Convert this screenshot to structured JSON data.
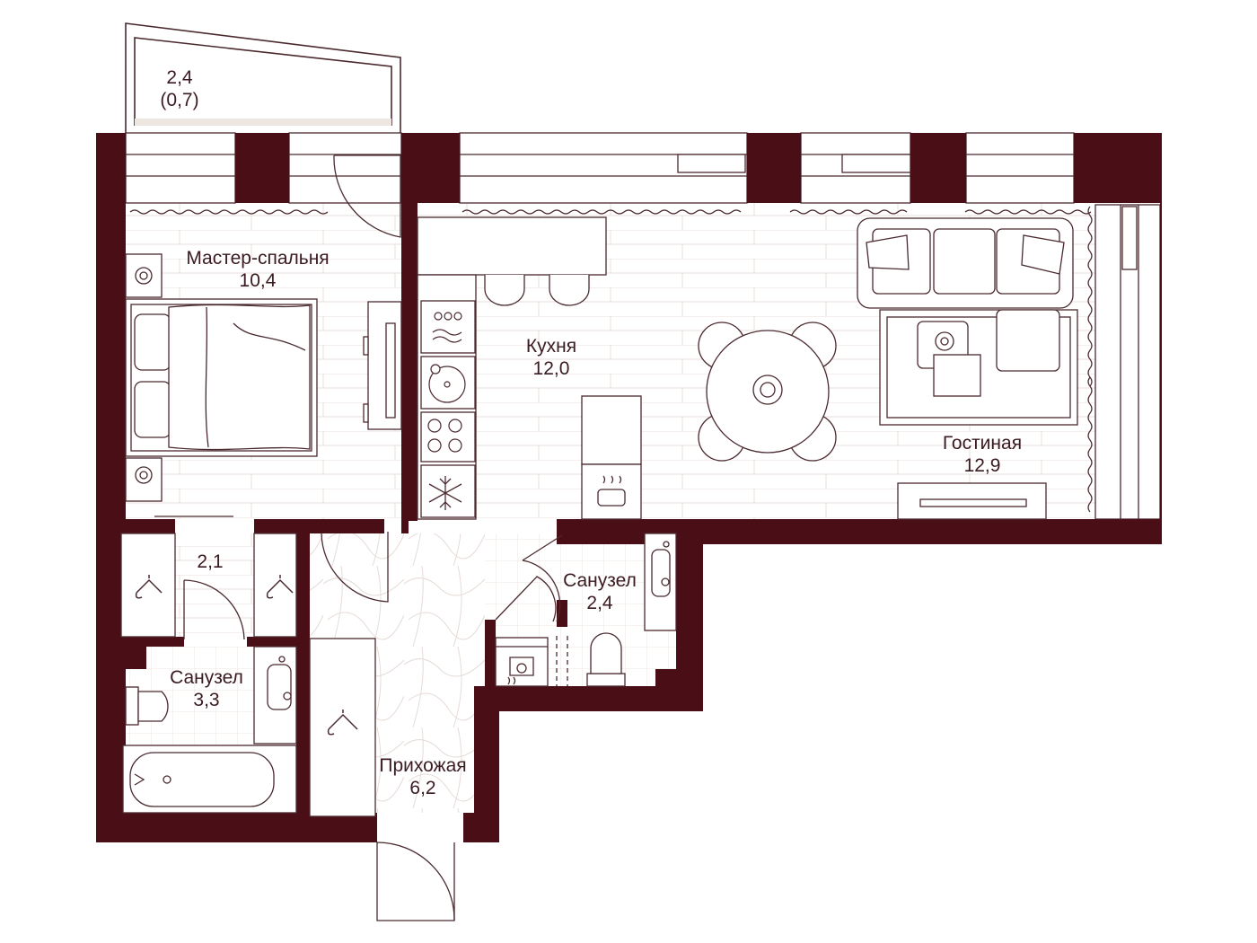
{
  "colors": {
    "wall": "#4a0e16",
    "line": "#4a2a2f",
    "floor": "#ece3de",
    "text": "#3a1b22"
  },
  "rooms": {
    "balcony": {
      "area": "2,4",
      "sub": "(0,7)"
    },
    "bedroom": {
      "name": "Мастер-спальня",
      "area": "10,4"
    },
    "kitchen": {
      "name": "Кухня",
      "area": "12,0"
    },
    "living": {
      "name": "Гостиная",
      "area": "12,9"
    },
    "wardrobe": {
      "area": "2,1"
    },
    "bath_small": {
      "name": "Санузел",
      "area": "2,4"
    },
    "bath_big": {
      "name": "Санузел",
      "area": "3,3"
    },
    "hall": {
      "name": "Прихожая",
      "area": "6,2"
    }
  },
  "icons": [
    "bed-icon",
    "sofa-icon",
    "dining-table-icon",
    "stove-icon",
    "sink-icon",
    "dishwasher-icon",
    "freezer-icon",
    "oven-icon",
    "toilet-icon",
    "bathtub-icon",
    "washing-machine-icon",
    "hanger-icon",
    "tv-icon",
    "nightstand-lamp-icon",
    "door-swing-icon"
  ]
}
